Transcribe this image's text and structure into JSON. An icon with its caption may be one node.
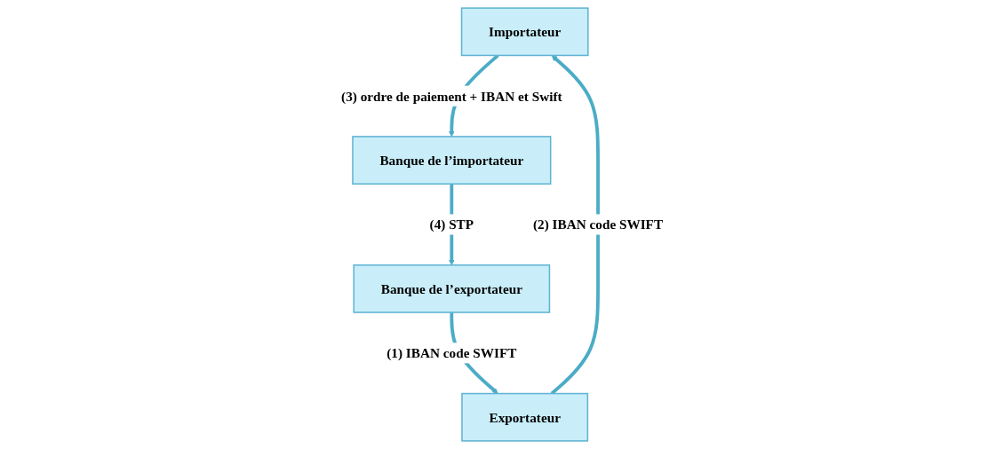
{
  "diagram": {
    "nodes": [
      {
        "text": [
          "Importateur"
        ]
      },
      {
        "text": [
          "Exportateur"
        ]
      },
      {
        "text": [
          "Banque de l’importateur"
        ]
      },
      {
        "text": [
          "Banque de l’exportateur"
        ]
      }
    ],
    "edges": [
      {
        "from": 3,
        "to": 1,
        "arrow": "to",
        "label": "(1) IBAN code SWIFT"
      },
      {
        "from": 1,
        "to": 0,
        "arrow": "to",
        "label": "(2) IBAN code SWIFT"
      },
      {
        "from": 0,
        "to": 2,
        "arrow": "to",
        "label": "(3) ordre de paiement + IBAN et Swift"
      },
      {
        "from": 2,
        "to": 3,
        "arrow": "to",
        "label": "(4) STP"
      }
    ]
  }
}
